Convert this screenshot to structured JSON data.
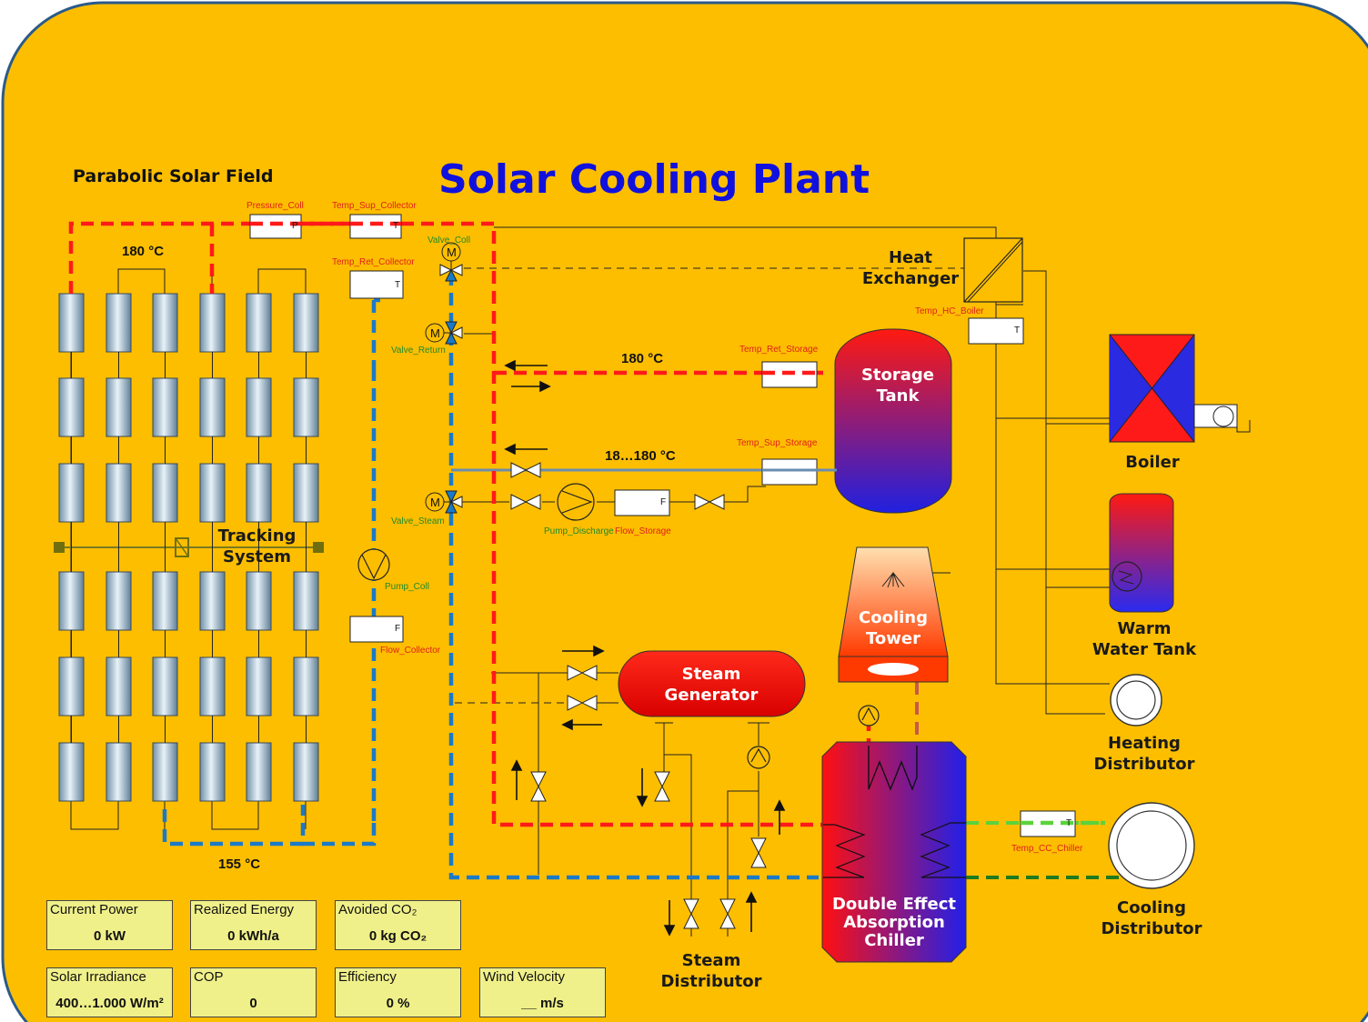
{
  "title": "Solar Cooling Plant",
  "colors": {
    "background": "#fdbe00",
    "hot_line": "#ff1a1a",
    "return_line": "#1a7ac8",
    "cooling_line_light": "#5cd23c",
    "cooling_line_dark": "#1f7a1f",
    "title_blue": "#1111dd"
  },
  "sections": {
    "solar_field": "Parabolic Solar Field",
    "tracking_line1": "Tracking",
    "tracking_line2": "System"
  },
  "temperatures": {
    "field_top": "180 °C",
    "field_bottom": "155 °C",
    "storage_hot": "180 °C",
    "storage_range": "18…180 °C"
  },
  "equipment": {
    "heat_exchanger_line1": "Heat",
    "heat_exchanger_line2": "Exchanger",
    "storage_line1": "Storage",
    "storage_line2": "Tank",
    "boiler": "Boiler",
    "warm_water_line1": "Warm",
    "warm_water_line2": "Water Tank",
    "heating_dist_line1": "Heating",
    "heating_dist_line2": "Distributor",
    "cooling_tower_line1": "Cooling",
    "cooling_tower_line2": "Tower",
    "steam_gen_line1": "Steam",
    "steam_gen_line2": "Generator",
    "chiller_line1": "Double Effect",
    "chiller_line2": "Absorption",
    "chiller_line3": "Chiller",
    "cooling_dist_line1": "Cooling",
    "cooling_dist_line2": "Distributor",
    "steam_dist_line1": "Steam",
    "steam_dist_line2": "Distributor"
  },
  "tags": {
    "pressure_coll": "Pressure_Coll",
    "temp_sup_collector": "Temp_Sup_Collector",
    "temp_ret_collector": "Temp_Ret_Collector",
    "valve_coll": "Valve_Coll",
    "valve_return": "Valve_Return",
    "valve_steam": "Valve_Steam",
    "pump_coll": "Pump_Coll",
    "flow_collector": "Flow_Collector",
    "temp_hc_boiler": "Temp_HC_Boiler",
    "temp_ret_storage": "Temp_Ret_Storage",
    "temp_sup_storage": "Temp_Sup_Storage",
    "pump_discharge": "Pump_Discharge",
    "flow_storage": "Flow_Storage",
    "temp_cc_chiller": "Temp_CC_Chiller"
  },
  "sensor_letters": {
    "p": "P",
    "t": "T",
    "f": "F",
    "m": "M"
  },
  "readouts": [
    {
      "label": "Current Power",
      "value": "0 kW"
    },
    {
      "label": "Realized Energy",
      "value": "0 kWh/a"
    },
    {
      "label": "Avoided CO₂",
      "value": "0 kg CO₂"
    },
    {
      "label": "Solar Irradiance",
      "value": "400…1.000 W/m²"
    },
    {
      "label": "COP",
      "value": "0"
    },
    {
      "label": "Efficiency",
      "value": "0 %"
    },
    {
      "label": "Wind Velocity",
      "value": "__ m/s"
    }
  ]
}
